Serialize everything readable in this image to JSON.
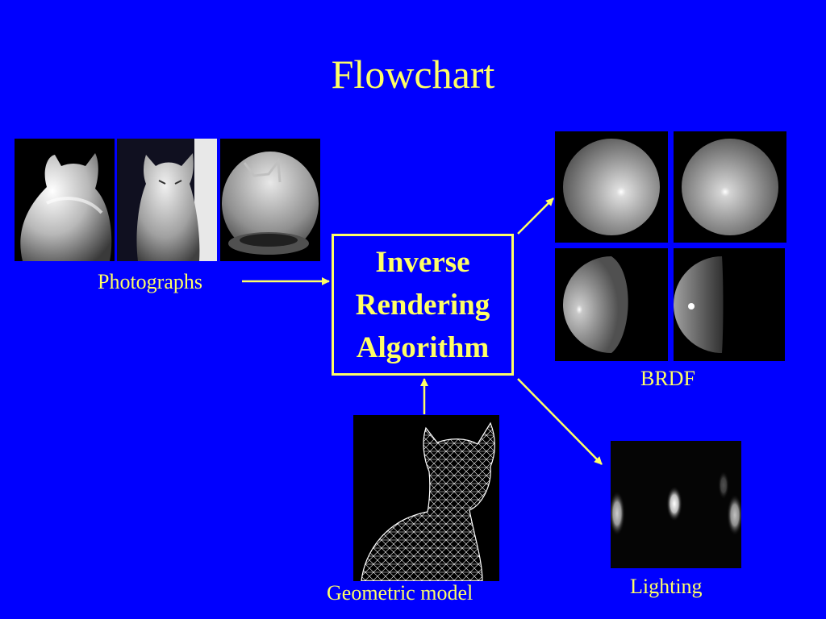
{
  "slide": {
    "title": "Flowchart",
    "algorithm_label": "Inverse\nRendering\nAlgorithm",
    "photographs_label": "Photographs",
    "brdf_label": "BRDF",
    "geometric_model_label": "Geometric model",
    "lighting_label": "Lighting"
  },
  "colors": {
    "background": "#0000ff",
    "text": "#ffff66",
    "arrow": "#ffff66"
  }
}
